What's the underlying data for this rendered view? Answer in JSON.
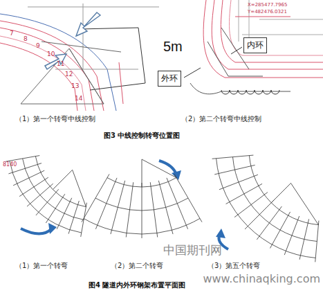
{
  "diagram": {
    "nodes": [
      {
        "text": [
          "内环"
        ]
      },
      {
        "text": [
          "外环"
        ]
      }
    ],
    "labels": [
      "7",
      "8",
      "9",
      "10",
      "11",
      "12",
      "13",
      "14",
      "X=285477.7965",
      "Y=482476.0321",
      "5m",
      "（1）第一个转弯中线控制",
      "（2）第二个转弯中线控制",
      "图3 中线控制转弯位置图",
      "8140",
      "（1）第一个转弯",
      "（2）第二个转弯",
      "（3）第五个转弯",
      "图4 隧道内外环钢架布置平面图",
      "中国期刊网",
      "www.chinaqking.com"
    ]
  }
}
